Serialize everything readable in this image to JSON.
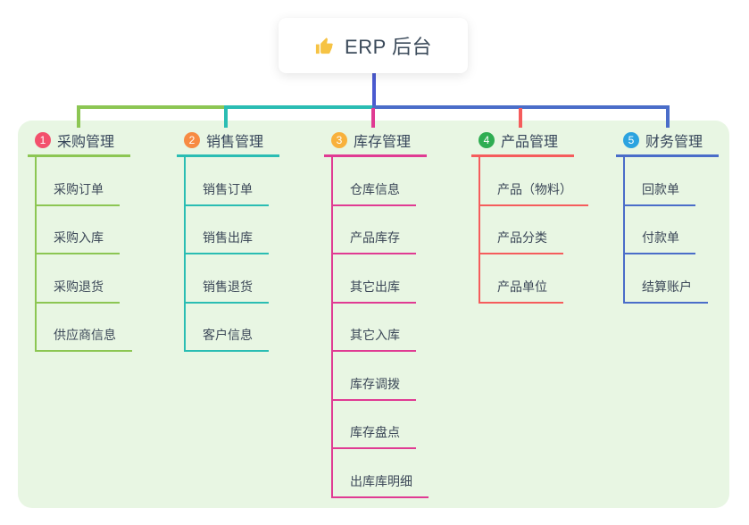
{
  "root": {
    "label": "ERP 后台",
    "icon": "thumbs-up-icon"
  },
  "colors": {
    "panel_bg": "#e8f6e3",
    "trunk": "#4a5ad0",
    "text": "#3c4858",
    "thumb_icon": "#f6c344"
  },
  "branches": [
    {
      "number": "1",
      "label": "采购管理",
      "line_color": "#8cc653",
      "badge_color": "#f3506c",
      "children": [
        "采购订单",
        "采购入库",
        "采购退货",
        "供应商信息"
      ]
    },
    {
      "number": "2",
      "label": "销售管理",
      "line_color": "#2abdb3",
      "badge_color": "#f78b43",
      "children": [
        "销售订单",
        "销售出库",
        "销售退货",
        "客户信息"
      ]
    },
    {
      "number": "3",
      "label": "库存管理",
      "line_color": "#e03b93",
      "badge_color": "#f8b13c",
      "children": [
        "仓库信息",
        "产品库存",
        "其它出库",
        "其它入库",
        "库存调拨",
        "库存盘点",
        "出库库明细"
      ]
    },
    {
      "number": "4",
      "label": "产品管理",
      "line_color": "#f55c5c",
      "badge_color": "#2fad52",
      "children": [
        "产品（物料）",
        "产品分类",
        "产品单位"
      ]
    },
    {
      "number": "5",
      "label": "财务管理",
      "line_color": "#4a6dc9",
      "badge_color": "#2ba3e0",
      "children": [
        "回款单",
        "付款单",
        "结算账户"
      ]
    }
  ]
}
